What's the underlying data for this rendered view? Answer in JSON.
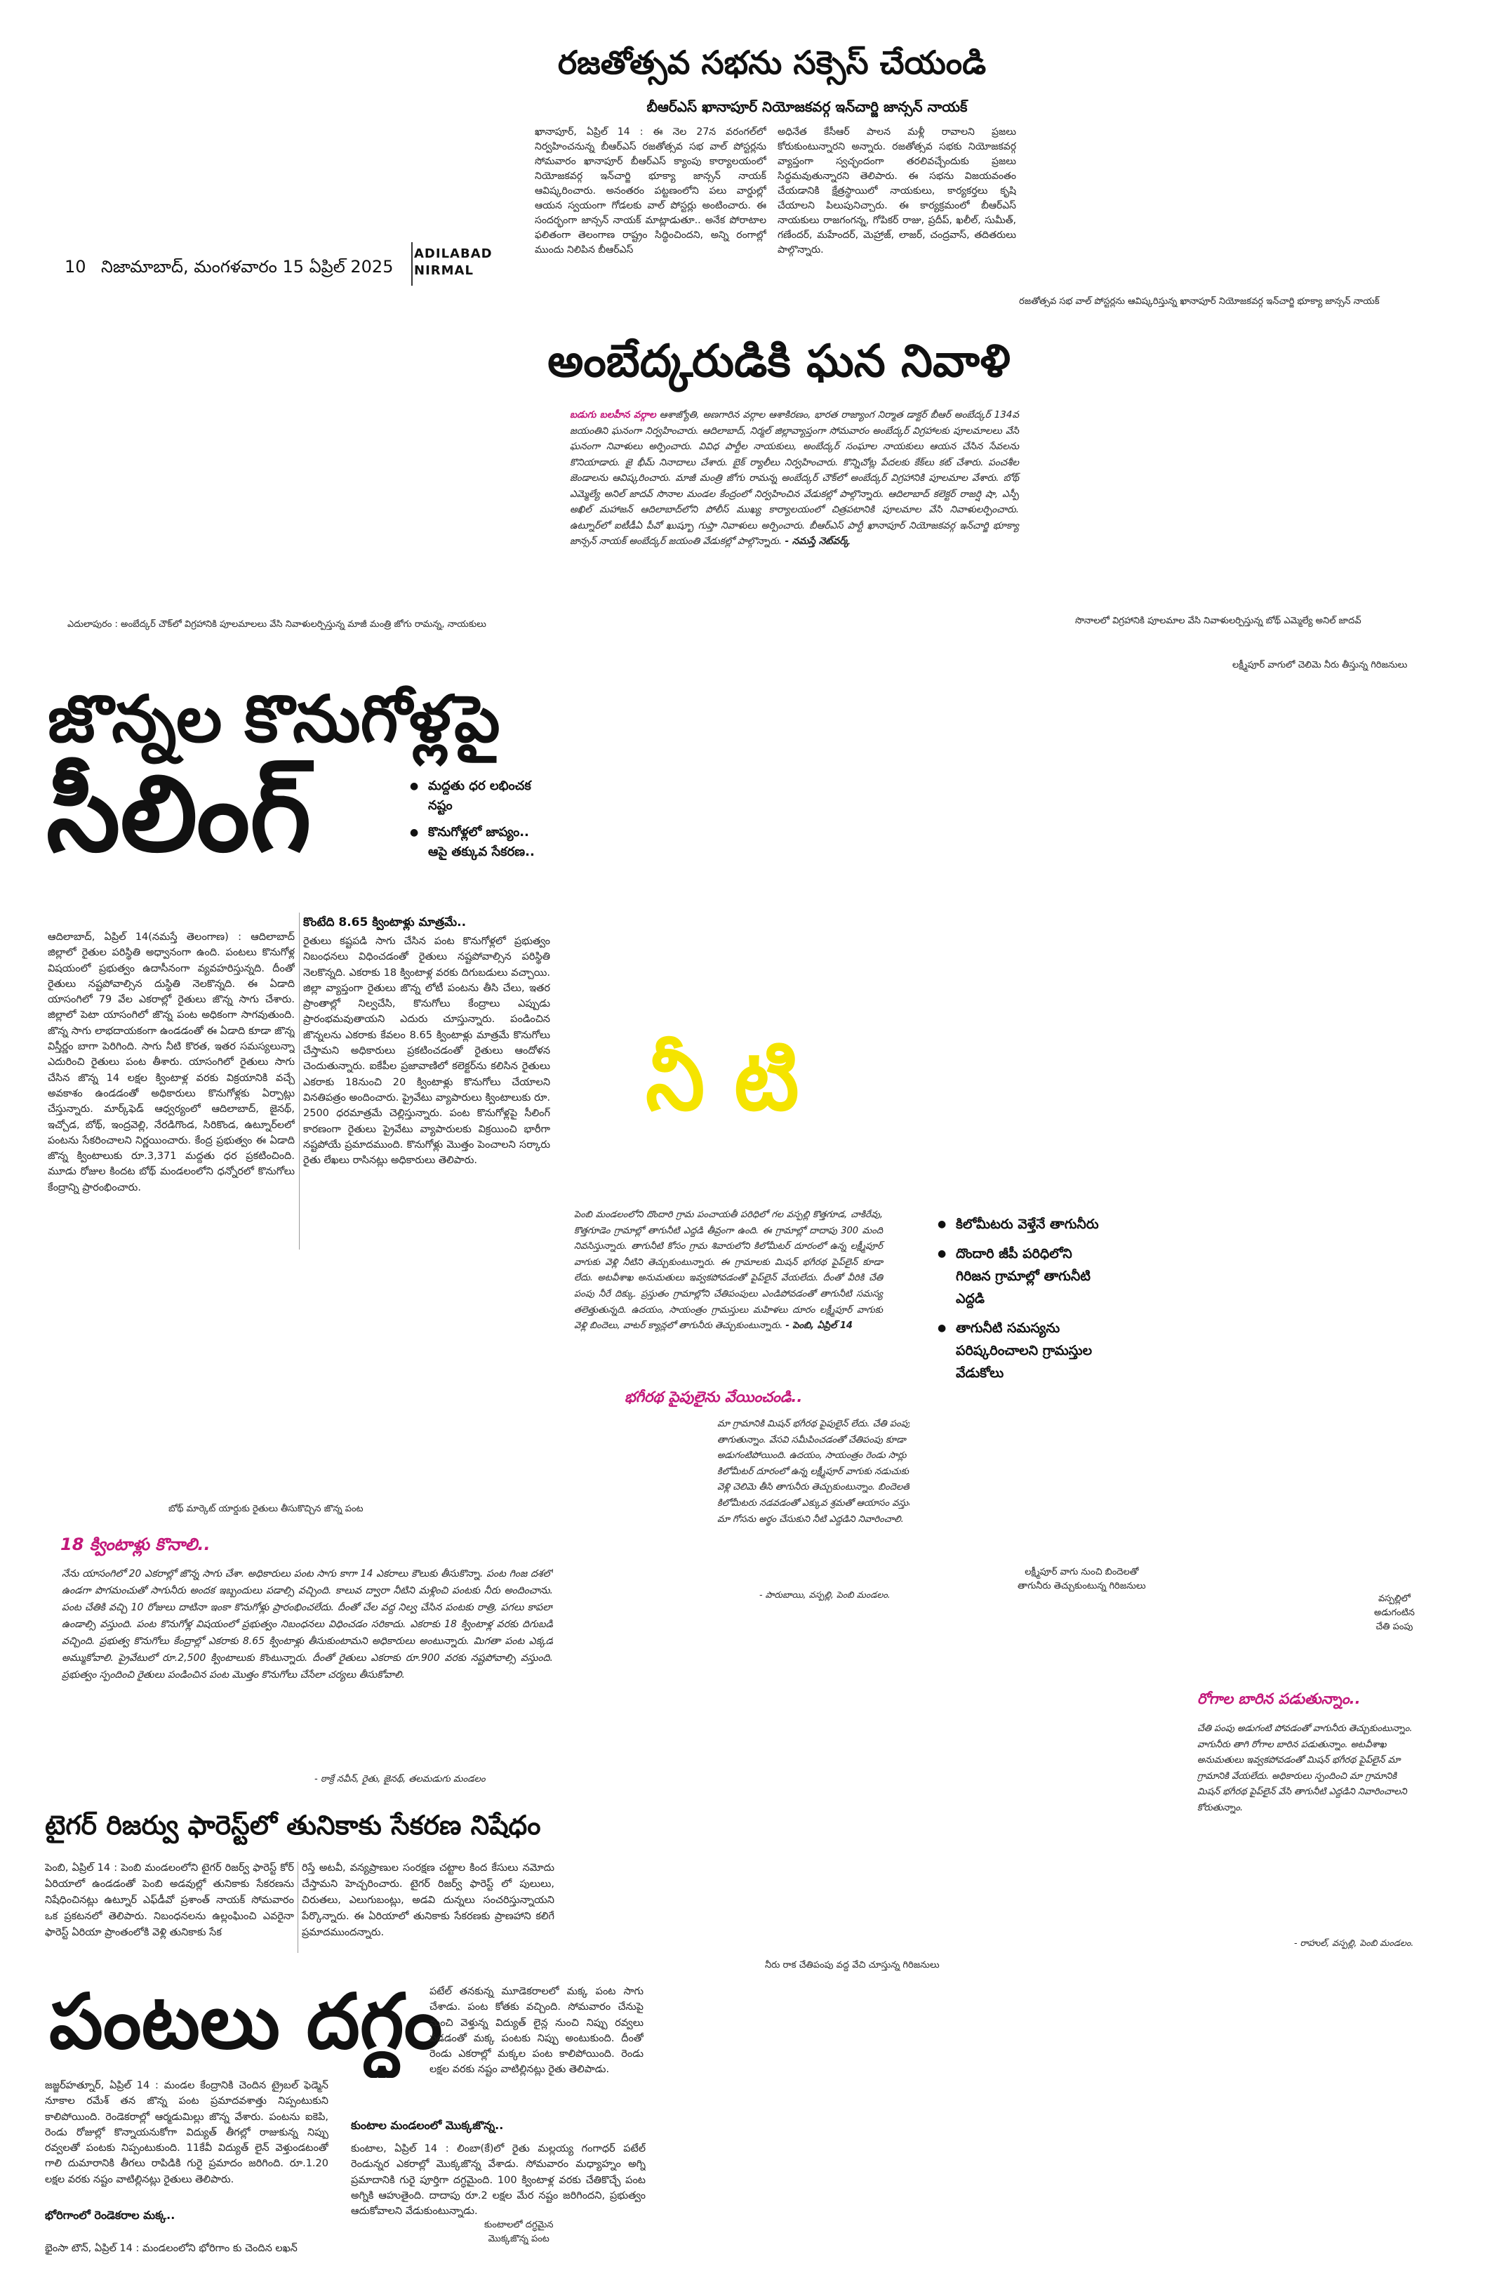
{
  "masthead": {
    "page_no": "10",
    "dateline": "నిజామాబాద్, మంగళవారం 15 ఏప్రిల్ 2025",
    "edition_1": "ADILABAD",
    "edition_2": "NIRMAL"
  },
  "article1": {
    "headline": "రజతోత్సవ సభను సక్సెస్ చేయండి",
    "subhead": "బీఆర్ఎస్ ఖానాపూర్ నియోజకవర్గ ఇన్‌చార్జి జాన్సన్ నాయక్",
    "col1": "ఖానాపూర్, ఏప్రిల్ 14 : ఈ నెల 27న వరంగల్‌లో నిర్వహించనున్న బీఆర్ఎస్ రజతోత్సవ సభ వాల్ పోస్టర్లను సోమవారం ఖానాపూర్ బీఆర్ఎస్ క్యాంపు కార్యాలయంలో నియోజకవర్గ ఇన్‌చార్జి భూక్యా జాన్సన్ నాయక్ ఆవిష్కరించారు. అనంతరం పట్టణంలోని పలు వార్డుల్లో ఆయన స్వయంగా గోడలకు వాల్ పోస్టర్లు అంటించారు. ఈ సందర్భంగా జాన్సన్ నాయక్ మాట్లాడుతూ.. అనేక పోరాటాల ఫలితంగా తెలంగాణ రాష్ట్రం సిద్ధించిందని, అన్ని రంగాల్లో ముందు నిలిపిన బీఆర్ఎస్",
    "col2": "అధినేత కేసీఆర్ పాలన మళ్లీ రావాలని ప్రజలు కోరుకుంటున్నారని అన్నారు. రజతోత్సవ సభకు నియోజకవర్గ వ్యాప్తంగా స్వచ్ఛందంగా తరలివచ్చేందుకు ప్రజలు సిద్ధమవుతున్నారని తెలిపారు. ఈ సభను విజయవంతం చేయడానికి క్షేత్రస్థాయిలో నాయకులు, కార్యకర్తలు కృషి చేయాలని పిలుపునిచ్చారు. ఈ కార్యక్రమంలో బీఆర్ఎస్ నాయకులు రాజగంగన్న, గోపికర్ రాజు, ప్రదీప్, ఖలీల్, సుమీత్, గణేందర్, మహేందర్, మెహ్రాజ్, లాజర్, చంద్రవాస్, తదితరులు పాల్గొన్నారు.",
    "photo_caption": "రజతోత్సవ సభ వాల్ పోస్టర్లను ఆవిష్కరిస్తున్న ఖానాపూర్ నియోజకవర్గ ఇన్‌చార్జి భూక్యా జాన్సన్ నాయక్"
  },
  "article2": {
    "headline": "అంబేద్కరుడికి ఘన నివాళి",
    "lead_label": "బడుగు బలహీన వర్గాల",
    "body": "ఆశాజ్యోతి, అణగారిన వర్గాల ఆశాకిరణం, భారత రాజ్యాంగ నిర్మాత డాక్టర్ బీఆర్ అంబేద్కర్ 134వ జయంతిని ఘనంగా నిర్వహించారు. ఆదిలాబాద్, నిర్మల్ జిల్లావ్యాప్తంగా సోమవారం అంబేద్కర్ విగ్రహాలకు పూలమాలలు వేసి ఘనంగా నివాళులు అర్పించారు. వివిధ పార్టీల నాయకులు, అంబేద్కర్ సంఘాల నాయకులు ఆయన చేసిన సేవలను కొనియాడారు. జై భీమ్ నినాదాలు చేశారు. బైక్ ర్యాలీలు నిర్వహించారు. కొన్నిచోట్ల పేదలకు కేక్‌లు కట్ చేశారు. పంచశీల జెండాలను ఆవిష్కరించారు. మాజీ మంత్రి జోగు రామన్న అంబేద్కర్ చౌక్‌లో అంబేద్కర్ విగ్రహానికి పూలమాల వేశారు. బోథ్ ఎమ్మెల్యే అనిల్ జాదవ్ సొనాల మండల కేంద్రంలో నిర్వహించిన వేడుకల్లో పాల్గొన్నారు. ఆదిలాబాద్ కలెక్టర్ రాజర్షి షా, ఎస్పీ అఖిల్ మహాజన్ ఆదిలాబాద్‌లోని పోలీస్ ముఖ్య కార్యాలయంలో చిత్రపటానికి పూలమాల వేసి నివాళులర్పించారు. ఉట్నూర్‌లో ఐటీడీఏ పీవో ఖుష్బూ గుప్తా నివాళులు అర్పించారు. బీఆర్ఎస్ పార్టీ ఖానాపూర్ నియోజకవర్గ ఇన్‌చార్జి భూక్యా జాన్సన్ నాయక్ అంబేద్కర్ జయంతి వేడుకల్లో పాల్గొన్నారు.",
    "credit": "- నమస్తే నెట్‌వర్క్",
    "caption_left": "ఎదులాపురం : అంబేద్కర్ చౌక్‌లో విగ్రహానికి పూలమాలలు వేసి నివాళులర్పిస్తున్న మాజీ మంత్రి జోగు రామన్న, నాయకులు",
    "caption_right": "సొనాలలో విగ్రహానికి పూలమాల వేసి నివాళులర్పిస్తున్న బోథ్ ఎమ్మెల్యే అనిల్ జాదవ్",
    "caption_far_right": "లక్ష్మీపూర్ వాగులో చెలిమె నీరు తీస్తున్న గిరిజనులు"
  },
  "article3": {
    "headline_1": "జొన్నల కొనుగోళ్లపై",
    "headline_2": "సీలింగ్",
    "bullets": [
      "మద్దతు ధర లభించక నష్టం",
      "కొనుగోళ్లలో జాప్యం.. ఆపై తక్కువ సేకరణ.."
    ],
    "col1": "ఆదిలాబాద్, ఏప్రిల్ 14(నమస్తే తెలంగాణ) : ఆదిలాబాద్ జిల్లాలో రైతుల పరిస్థితి అధ్వానంగా ఉంది. పంటలు కొనుగోళ్ల విషయంలో ప్రభుత్వం ఉదాసీనంగా వ్యవహరిస్తున్నది. దీంతో రైతులు నష్టపోవాల్సిన దుస్థితి నెలకొన్నది. ఈ ఏడాది యాసంగిలో 79 వేల ఎకరాల్లో రైతులు జొన్న సాగు చేశారు. జిల్లాలో పెటా యాసంగిలో జొన్న పంట అధికంగా సాగవుతుంది. జొన్న సాగు లాభదాయకంగా ఉండడంతో ఈ ఏడాది కూడా జొన్న విస్తీర్ణం బాగా పెరిగింది. సాగు నీటి కొరత, ఇతర సమస్యలున్నా ఎదురించి రైతులు పంట తీశారు. యాసంగిలో రైతులు సాగు చేసిన జొన్న 14 లక్షల క్వింటాళ్ల వరకు విక్రయానికి వచ్చే అవకాశం ఉండడంతో అధికారులు కొనుగోళ్లకు ఏర్పాట్లు చేస్తున్నారు. మార్క్‌ఫెడ్ ఆధ్వర్యంలో ఆదిలాబాద్, జైనథ్, ఇచ్చోడ, బోథ్, ఇంద్రవెల్లి, నేరడిగొండ, సిరికొండ, ఉట్నూర్‌లలో పంటను సేకరించాలని నిర్ణయించారు. కేంద్ర ప్రభుత్వం ఈ ఏడాది జొన్న క్వింటాలుకు రూ.3,371 మద్దతు ధర ప్రకటించింది. మూడు రోజుల కిందట బోథ్ మండలంలోని ధన్నోరలో కొనుగోలు కేంద్రాన్ని ప్రారంభించారు.",
    "col2_heading": "కొంటేది 8.65 క్వింటాళ్లు మాత్రమే..",
    "col2": "రైతులు కష్టపడి సాగు చేసిన పంట కొనుగోళ్లలో ప్రభుత్వం నిబంధనలు విధించడంతో రైతులు నష్టపోవాల్సిన పరిస్థితి నెలకొన్నది. ఎకరాకు 18 క్వింటాళ్ల వరకు దిగుబడులు వచ్చాయి. జిల్లా వ్యాప్తంగా రైతులు జొన్న లోటీ పంటను తీసి చేలు, ఇతర ప్రాంతాల్లో నిల్వచేసి, కొనుగోలు కేంద్రాలు ఎప్పుడు ప్రారంభమవుతాయని ఎదురు చూస్తున్నారు. పండించిన జొన్నలను ఎకరాకు కేవలం 8.65 క్వింటాళ్లు మాత్రమే కొనుగోలు చేస్తామని అధికారులు ప్రకటించడంతో రైతులు ఆందోళన చెందుతున్నారు. ఐకేపీల ప్రజావాణిలో కలెక్టర్‌ను కలిసిన రైతులు ఎకరాకు 18నుంచి 20 క్వింటాళ్లు కొనుగోలు చేయాలని వినతిపత్రం అందించారు. ప్రైవేటు వ్యాపారులు క్వింటాలుకు రూ. 2500 ధరమాత్రమే చెల్లిస్తున్నారు. పంట కొనుగోళ్లపై సీలింగ్ కారణంగా రైతులు ప్రైవేటు వ్యాపారులకు విక్రయించి భారీగా నష్టపోయే ప్రమాదముంది. కొనుగోళ్లు మొత్తం పెంచాలని సర్కారు రైతు లేఖలు రాసినట్లు అధికారులు తెలిపారు.",
    "photo_caption": "బోథ్ మార్కెట్ యార్డుకు రైతులు తీసుకొచ్చిన జొన్న పంట",
    "side_heading": "18 క్వింటాళ్లు కొనాలి..",
    "side_body": "నేను యాసంగిలో 20 ఎకరాల్లో జొన్న సాగు చేశా. అధికారులు పంట సాగు కాగా 14 ఎకరాలు కౌలుకు తీసుకొన్నా. పంట గింజ దశలో ఉండగా పొగమంచుతో సాగునీరు అందక ఇబ్బందులు పడాల్సి వచ్చింది. కాలువ ద్వారా నీటిని మళ్లించి పంటకు నీరు అందించాను. పంట చేతికి వచ్చి 10 రోజులు దాటినా ఇంకా కొనుగోళ్లు ప్రారంభించలేదు. దీంతో చేల వద్ద నిల్వ చేసిన పంటకు రాత్రి, పగలు కాపలా ఉండాల్సి వస్తుంది. పంట కొనుగోళ్ల విషయంలో ప్రభుత్వం నిబంధనలు విధించడం సరికాదు. ఎకరాకు 18 క్వింటాళ్ల వరకు దిగుబడి వచ్చింది. ప్రభుత్వ కొనుగోలు కేంద్రాల్లో ఎకరాకు 8.65 క్వింటాళ్లు తీసుకుంటామని అధికారులు అంటున్నారు. మిగతా పంట ఎక్కడ అమ్ముకోవాలి. ప్రైవేటులో రూ.2,500 క్వింటాలుకు కొంటున్నారు. దీంతో రైతులు ఎకరాకు రూ.900 వరకు నష్టపోవాల్సి వస్తుంది. ప్రభుత్వం స్పందించి రైతులు పండించిన పంట మొత్తం కొనుగోలు చేసేలా చర్యలు తీసుకోవాలి.",
    "side_credit": "- ఠాక్రే నవీన్, రైతు, జైనథ్, తలమడుగు మండలం"
  },
  "article4": {
    "headline": "నీ టి",
    "body": "పెంబి మండలంలోని దొందారి గ్రామ పంచాయతీ పరిధిలో గల వస్పల్లి కొత్తగూడ, చాకిరేవు, కొత్తగూడెం గ్రామాల్లో తాగునీటి ఎద్దడి తీవ్రంగా ఉంది. ఈ గ్రామాల్లో దాదాపు 300 మంది నివసిస్తున్నారు. తాగునీటి కోసం గ్రామ శివారులోని కిలోమీటర్ దూరంలో ఉన్న లక్ష్మీపూర్ వాగుకు వెళ్లి నీటిని తెచ్చుకుంటున్నారు. ఈ గ్రామాలకు మిషన్ భగీరథ పైప్‌లైన్ కూడా లేదు. అటవీశాఖ అనుమతులు ఇవ్వకపోవడంతో పైప్‌లైన్ వేయలేదు. దీంతో వీరికి చేతి పంపు నీరే దిక్కు. ప్రస్తుతం గ్రామాల్లోని చేతిపంపులు ఎండిపోవడంతో తాగునీటి సమస్య తలెత్తుతున్నది. ఉదయం, సాయంత్రం గ్రామస్తులు మహిళలు దూరం లక్ష్మీపూర్ వాగుకు వెళ్లి బిందెలు, వాటర్ క్యాన్లలో తాగునీరు తెచ్చుకుంటున్నారు.",
    "credit": "- పెంబి, ఏప్రిల్ 14",
    "bullets": [
      "కిలోమీటరు వెళ్తేనే తాగునీరు",
      "దొందారి జీపీ పరిధిలోని గిరిజన గ్రామాల్లో తాగునీటి ఎద్దడి",
      "తాగునీటి సమస్యను పరిష్కరించాలని గ్రామస్తుల వేడుకోలు"
    ],
    "quote1_heading": "భగీరథ పైపులైను వేయించండి..",
    "quote1": "మా గ్రామానికి మిషన్ భగీరథ పైపులైన్ లేదు. చేతి పంపు నీరే తాగుతున్నాం. వేసవి సమీపించడంతో చేతిపంపు కూడా అడుగంటిపోయింది. ఉదయం, సాయంత్రం రెండు సార్లు కిలోమీటర్ దూరంలో ఉన్న లక్ష్మీపూర్ వాగుకు నడుచుకుంటూ వెళ్లి చెలిమె తీసి తాగునీరు తెచ్చుకుంటున్నాం. బిందెలతో కిలోమీటరు నడవడంతో ఎక్కువ శ్రమతో ఆయాసం వస్తుంది. మా గోసను అర్థం చేసుకుని నీటి ఎద్దడిని నివారించాలి.",
    "quote1_credit": "- పారుబాయి, వస్పల్లి, పెంబి మండలం.",
    "caption1": "లక్ష్మీపూర్ వాగు నుంచి బిందెలతో",
    "caption1b": "తాగునీరు తెచ్చుకుంటున్న గిరిజనులు",
    "caption2a": "వస్పల్లిలో",
    "caption2b": "అడుగంటిన",
    "caption2c": "చేతి పంపు",
    "quote2_heading": "రోగాల బారిన పడుతున్నాం..",
    "quote2": "చేతి పంపు అడుగంటి పోవడంతో వాగునీరు తెచ్చుకుంటున్నాం. వాగునీరు తాగి రోగాల బారిన పడుతున్నాం. అటవీశాఖ అనుమతులు ఇవ్వకపోవడంతో మిషన్ భగీరథ పైప్‌లైన్ మా గ్రామానికి వేయలేదు. అధికారులు స్పందించి మా గ్రామానికి మిషన్ భగీరథ పైప్‌లైన్ వేసి తాగునీటి ఎద్దడిని నివారించాలని కోరుతున్నాం.",
    "quote2_credit": "- రాహుల్, వస్పల్లి, పెంబి మండలం.",
    "caption3": "నీరు రాక చేతిపంపు వద్ద వేచి చూస్తున్న గిరిజనులు"
  },
  "article5": {
    "headline": "టైగర్ రిజర్వు ఫారెస్ట్‌లో తునికాకు సేకరణ నిషేధం",
    "col1": "పెంబి, ఏప్రిల్ 14 : పెంబి మండలంలోని టైగర్ రిజర్వ్ ఫారెస్ట్ కోర్ ఏరియాలో ఉండడంతో పెంబి అడవుల్లో తునికాకు సేకరణను నిషేధించినట్లు ఉట్నూర్ ఎఫ్‌డీవో ప్రశాంత్ నాయక్ సోమవారం ఒక ప్రకటనలో తెలిపారు. నిబంధనలను ఉల్లంఘించి ఎవరైనా ఫారెస్ట్ ఏరియా ప్రాంతంలోకి వెళ్లి తునికాకు సేక",
    "col2": "రిస్తే అటవీ, వన్యప్రాణుల సంరక్షణ చట్టాల కింద కేసులు నమోదు చేస్తామని హెచ్చరించారు. టైగర్ రిజర్వ్ ఫారెస్ట్ లో పులులు, చిరుతలు, ఎలుగుబంట్లు, అడవి దున్నలు సంచరిస్తున్నాయని పేర్కొన్నారు. ఈ ఏరియాలో తునికాకు సేకరణకు ప్రాణహాని కలిగే ప్రమాదముందన్నారు."
  },
  "article6": {
    "headline": "పంటలు దగ్ధం",
    "right_top": "పటేల్ తనకున్న మూడెకరాలలో మక్క పంట సాగు చేశాడు. పంట కోతకు వచ్చింది. సోమవారం చేనుపై నుంచి వెళ్తున్న విద్యుత్ లైన్ల నుంచి నిప్పు రవ్వలు పడడంతో మక్క పంటకు నిప్పు అంటుకుంది. దీంతో రెండు ఎకరాల్లో మక్కల పంట కాలిపోయింది. రెండు లక్షల వరకు నష్టం వాటిల్లినట్లు రైతు తెలిపాడు.",
    "sub1": "కుంటాల మండలంలో మొక్కజొన్న..",
    "col1": "జజ్జర్‌హత్నూర్, ఏప్రిల్ 14 : మండల కేంద్రానికి చెందిన ట్రైబల్ ఫెడ్మెన్ నూకాల రమేశ్ తన జొన్న పంట ప్రమాదవశాత్తు నిప్పంటుకుని కాలిపోయింది. రెండెకరాల్లో ఆర్మడుమిల్లు జొన్న వేశారు. పంటను ఐకెపి, రెండు రోజుల్లో కొన్నాయనుకోగా విద్యుత్ తీగల్లో రాజుకున్న నిప్పు రవ్వలతో పంటకు నిప్పంటుకుంది. 11కేవీ విద్యుత్ లైన్ వెళ్తుండటంతో గాలి దుమారానికి తీగలు రాపిడికి గురై ప్రమాదం జరిగింది. రూ.1.20 లక్షల వరకు నష్టం వాటిల్లినట్లు రైతులు తెలిపారు.",
    "col2": "కుంటాల, ఏప్రిల్ 14 : లింబా(కే)లో రైతు మల్లయ్య గంగాధర్ పటేల్ రెండున్నర ఎకరాల్లో మొక్కజొన్న వేశాడు. సోమవారం మధ్యాహ్నం అగ్ని ప్రమాదానికి గురై పూర్తిగా దగ్ధమైంది. 100 క్వింటాళ్ల వరకు చేతికొచ్చే పంట అగ్నికి ఆహుతైంది. దాదాపు రూ.2 లక్షల మేర నష్టం జరిగిందని, ప్రభుత్వం ఆదుకోవాలని వేడుకుంటున్నాడు.",
    "sub2": "భోరిగాంలో రెండెకరాల మక్క..",
    "col1_tail": "భైంసా టౌన్, ఏప్రిల్ 14 : మండలంలోని భోరిగాం కు చెందిన లఖన్",
    "caption_a": "కుంటాలలో దగ్ధమైన",
    "caption_b": "మొక్కజొన్న పంట"
  },
  "colors": {
    "accent_yellow": "#f5e400",
    "accent_pink": "#c2187a",
    "text": "#111111"
  }
}
